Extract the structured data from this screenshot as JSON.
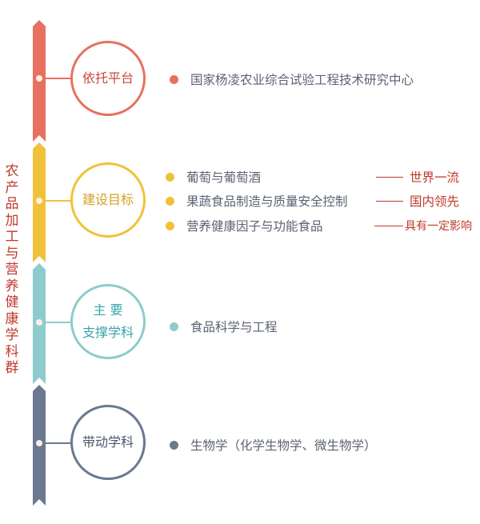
{
  "side_title": "农产品加工与营养健康学科群",
  "colors": {
    "red": "#e8705e",
    "yellow": "#f0c23a",
    "teal": "#8ecbcc",
    "slate": "#6b7890"
  },
  "sections": [
    {
      "label": "依托平台",
      "items": [
        "国家杨凌农业综合试验工程技术研究中心"
      ]
    },
    {
      "label": "建设目标",
      "items": [
        "葡萄与葡萄酒",
        "果蔬食品制造与质量安全控制",
        "营养健康因子与功能食品"
      ],
      "ranks": [
        "世界一流",
        "国内领先",
        "具有一定影响"
      ]
    },
    {
      "label_line1": "主 要",
      "label_line2": "支撑学科",
      "items": [
        "食品科学与工程"
      ]
    },
    {
      "label": "带动学科",
      "items": [
        "生物学（化学生物学、微生物学）"
      ]
    }
  ]
}
